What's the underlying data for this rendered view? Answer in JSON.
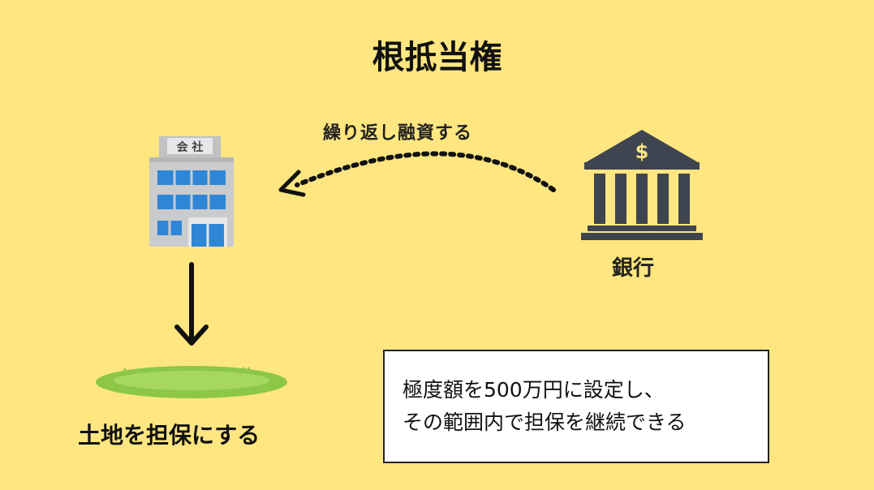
{
  "title": "根抵当権",
  "arrow_label": "繰り返し融資する",
  "company_sign": "会 社",
  "bank_icon_symbol": "$",
  "bank_label": "銀行",
  "land_label": "土地を担保にする",
  "info_box": {
    "line1": "極度額を500万円に設定し、",
    "line2": "その範囲内で担保を継続できる"
  },
  "colors": {
    "background": "#FFE680",
    "bank": "#3E4450",
    "building": "#C9CBCC",
    "window": "#2F86D6",
    "grass": "#7CBF3A"
  }
}
